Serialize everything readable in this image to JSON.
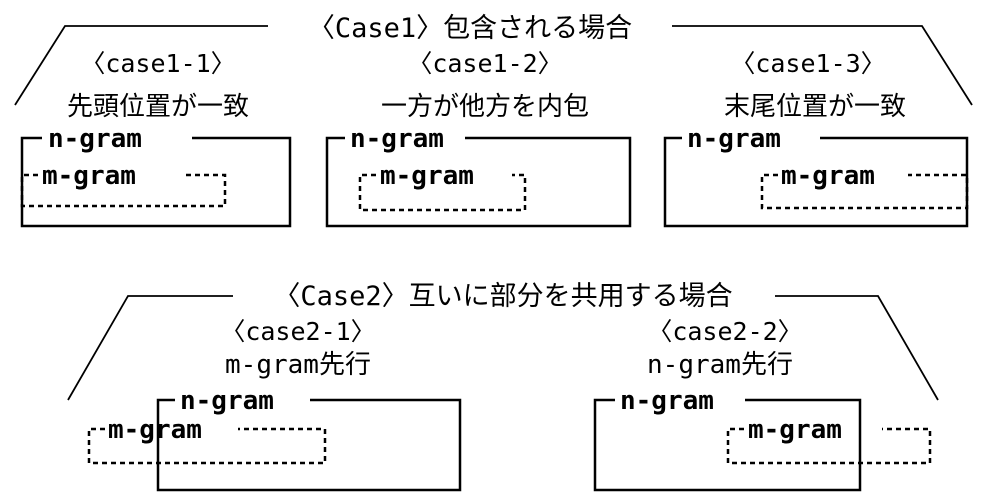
{
  "case1": {
    "title": "〈Case1〉包含される場合",
    "sub1": {
      "label": "〈case1-1〉",
      "desc": "先頭位置が一致",
      "outer": "n-gram",
      "inner": "m-gram"
    },
    "sub2": {
      "label": "〈case1-2〉",
      "desc": "一方が他方を内包",
      "outer": "n-gram",
      "inner": "m-gram"
    },
    "sub3": {
      "label": "〈case1-3〉",
      "desc": "末尾位置が一致",
      "outer": "n-gram",
      "inner": "m-gram"
    }
  },
  "case2": {
    "title": "〈Case2〉互いに部分を共用する場合",
    "sub1": {
      "label": "〈case2-1〉",
      "desc": "m-gram先行",
      "outer": "n-gram",
      "inner": "m-gram"
    },
    "sub2": {
      "label": "〈case2-2〉",
      "desc": "n-gram先行",
      "outer": "n-gram",
      "inner": "m-gram"
    }
  }
}
